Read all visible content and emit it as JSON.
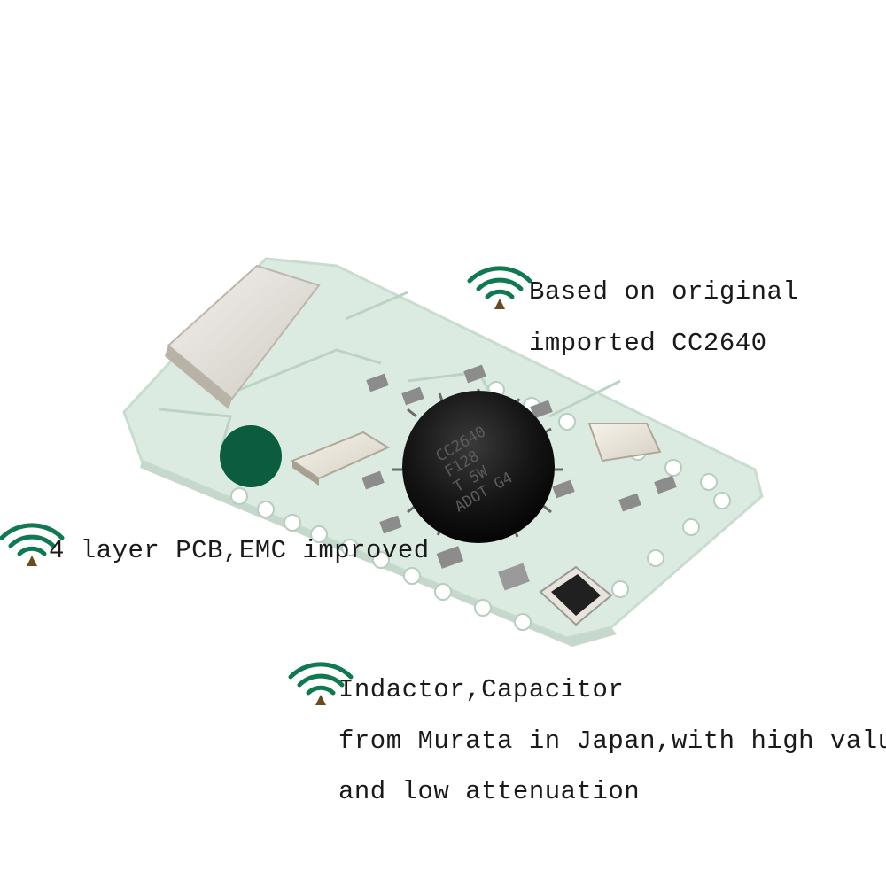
{
  "board": {
    "chip_marking": [
      "CC2640",
      "F128",
      "T 5W",
      "ADOT G4"
    ]
  },
  "callouts": {
    "chip": {
      "icon": "wifi-signal-icon",
      "lines": [
        "Based on original",
        "imported CC2640"
      ]
    },
    "pcb": {
      "icon": "wifi-signal-icon",
      "lines": [
        "4 layer PCB,EMC improved"
      ]
    },
    "components": {
      "icon": "wifi-signal-icon",
      "lines": [
        "Indactor,Capacitor",
        "from Murata in Japan,with high value",
        "and low attenuation"
      ]
    }
  },
  "colors": {
    "wifi_arc": "#0f7a52",
    "pcb": "#dfeee4",
    "chip": "#151515",
    "text": "#1a1a1a"
  }
}
